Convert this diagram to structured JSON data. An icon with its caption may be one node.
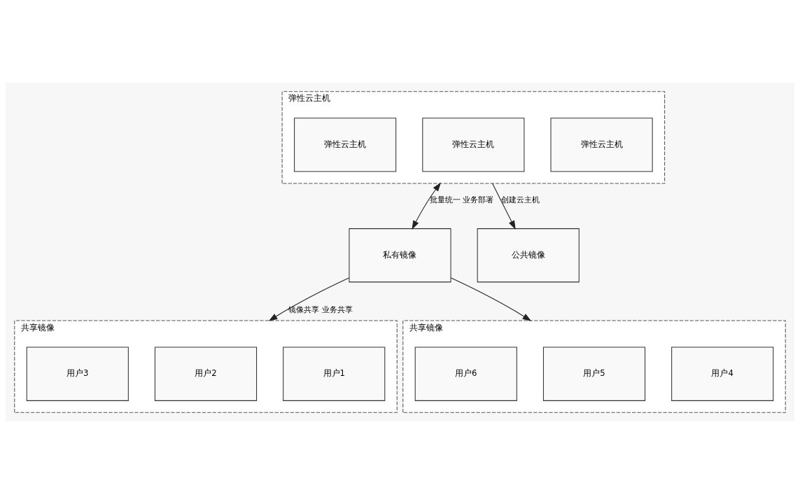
{
  "diagram": {
    "nodes": [
      {
        "text": [
          "弹性云主机"
        ]
      },
      {
        "text": [
          "弹性云主机"
        ],
        "in": 0
      },
      {
        "text": [
          "弹性云主机"
        ],
        "in": 0
      },
      {
        "text": [
          "弹性云主机"
        ],
        "in": 0
      },
      {
        "text": [
          "私有镜像"
        ]
      },
      {
        "text": [
          "公共镜像"
        ]
      },
      {
        "text": [
          "共享镜像"
        ]
      },
      {
        "text": [
          "用户1"
        ],
        "in": 6
      },
      {
        "text": [
          "用户2"
        ],
        "in": 6
      },
      {
        "text": [
          "用户3"
        ],
        "in": 6
      },
      {
        "text": [
          "共享镜像"
        ]
      },
      {
        "text": [
          "用户4"
        ],
        "in": 10
      },
      {
        "text": [
          "用户5"
        ],
        "in": 10
      },
      {
        "text": [
          "用户6"
        ],
        "in": 10
      }
    ],
    "edges": [
      {
        "from": 0,
        "to": 4,
        "arrow": "both",
        "label": "批量统一 业务部署"
      },
      {
        "from": 0,
        "to": 5,
        "arrow": "to",
        "label": "创建云主机"
      },
      {
        "from": 4,
        "to": 6,
        "arrow": "to",
        "label": "镜像共享 业务共享"
      },
      {
        "from": 4,
        "to": 10,
        "arrow": "to"
      }
    ]
  }
}
